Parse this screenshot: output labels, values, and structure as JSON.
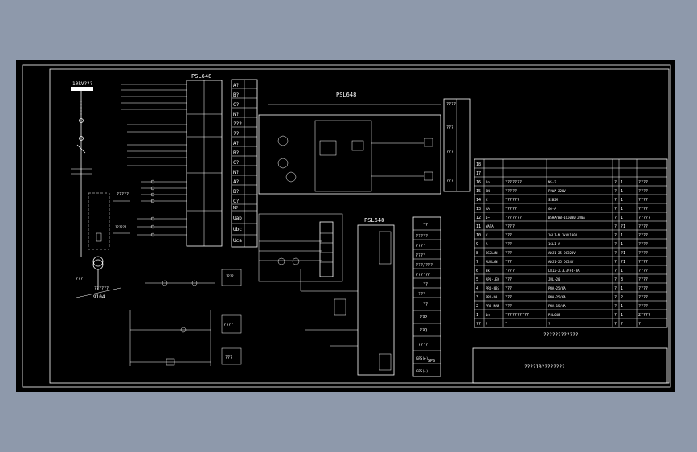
{
  "colors": {
    "backdrop": "#8e99ab",
    "sheet": "#000000",
    "ink": "#ffffff"
  },
  "labels": {
    "busbar": "10kV???",
    "relay1": "PSL648",
    "relay2": "PSL648",
    "relay3": "PSL648",
    "node_2": "?????",
    "node_ct": "??????",
    "node_pt": "???",
    "node_3": "??????",
    "cabinet": "9104",
    "box1": "????",
    "box2": "???",
    "right_box": "????",
    "right_side": [
      "????",
      "???",
      "???",
      "???"
    ],
    "terminals_left": [
      "A?",
      "B?",
      "C?",
      "N?",
      "??2",
      "??",
      "A?",
      "B?",
      "C?",
      "N?",
      "A?",
      "B?",
      "C?",
      "N?",
      "Uab",
      "Ubc",
      "Uca"
    ],
    "terminals_mid": [
      "??",
      "?????",
      "????",
      "????",
      "???/???",
      "??????",
      "??",
      "???",
      "??",
      "??P",
      "??Q",
      "????",
      "??(-)",
      "GPS(+)",
      "GPS(-)"
    ],
    "gps": "GPS"
  },
  "bom": {
    "rows": [
      {
        "no": "18",
        "code": "",
        "name": "",
        "model": "",
        "q1": "",
        "q2": "",
        "note": ""
      },
      {
        "no": "17",
        "code": "",
        "name": "",
        "model": "",
        "q1": "",
        "q2": "",
        "note": ""
      },
      {
        "no": "16",
        "code": "1n",
        "name": "???????",
        "model": "NS-2",
        "q1": "?",
        "q2": "1",
        "note": "????"
      },
      {
        "no": "15",
        "code": "BN",
        "name": "?????",
        "model": "P2WA 220V",
        "q1": "?",
        "q2": "1",
        "note": "????"
      },
      {
        "no": "14",
        "code": "K",
        "name": "??????",
        "model": "S2B2M",
        "q1": "?",
        "q2": "1",
        "note": "????"
      },
      {
        "no": "13",
        "code": "KA",
        "name": "?????",
        "model": "G6-A",
        "q1": "?",
        "q2": "1",
        "note": "????"
      },
      {
        "no": "12",
        "code": "1~",
        "name": "???????",
        "model": "BSHA/WB-IC5000 200A",
        "q1": "?",
        "q2": "1",
        "note": "?????"
      },
      {
        "no": "11",
        "code": "WATA",
        "name": "????",
        "model": "",
        "q1": "?",
        "q2": "?1",
        "note": "????"
      },
      {
        "no": "10",
        "code": "V",
        "name": "???",
        "model": "1GLI-M 1kV/100V",
        "q1": "?",
        "q2": "1",
        "note": "????"
      },
      {
        "no": "9",
        "code": "A",
        "name": "???",
        "model": "1GLI-A",
        "q1": "?",
        "q2": "1",
        "note": "????"
      },
      {
        "no": "8",
        "code": "BSSLAN",
        "name": "???",
        "model": "ADJ1-25 DC220V",
        "q1": "?",
        "q2": "?1",
        "note": "????"
      },
      {
        "no": "7",
        "code": "AUXLAN",
        "name": "???",
        "model": "ADJ1-25 DC24V",
        "q1": "?",
        "q2": "?1",
        "note": "????"
      },
      {
        "no": "6",
        "code": "3k",
        "name": "????",
        "model": "LW12-2.3.3/F4-8A",
        "q1": "?",
        "q2": "1",
        "note": "????"
      },
      {
        "no": "5",
        "code": "AP1-LED",
        "name": "???",
        "model": "JUL-20",
        "q1": "?",
        "q2": "3",
        "note": "????"
      },
      {
        "no": "4",
        "code": "PRO-BBS",
        "name": "???",
        "model": "PHA-25/6A",
        "q1": "?",
        "q2": "1",
        "note": "????"
      },
      {
        "no": "3",
        "code": "PRO-RA",
        "name": "???",
        "model": "PHA-25/6A",
        "q1": "?",
        "q2": "2",
        "note": "????"
      },
      {
        "no": "2",
        "code": "PRO-MAM",
        "name": "???",
        "model": "PHA-15/4A",
        "q1": "?",
        "q2": "1",
        "note": "????"
      },
      {
        "no": "1",
        "code": "1n",
        "name": "??????????",
        "model": "PSL648",
        "q1": "?",
        "q2": "1",
        "note": "2????"
      },
      {
        "no": "??",
        "code": "?",
        "name": "?",
        "model": "?",
        "q1": "?",
        "q2": "?",
        "note": "?"
      }
    ],
    "caption": "????????????"
  },
  "title_block": {
    "text": "????10????????"
  }
}
